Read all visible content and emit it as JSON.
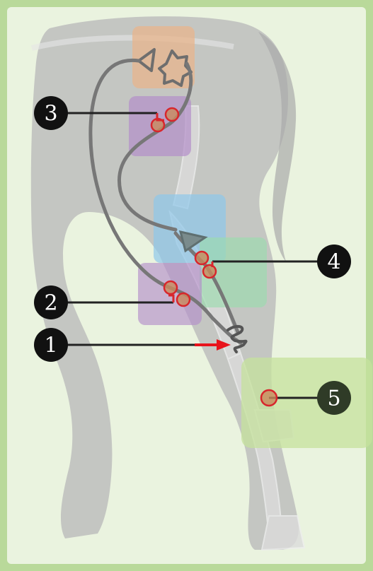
{
  "diagram": {
    "labels": [
      {
        "id": "label-1",
        "text": "1"
      },
      {
        "id": "label-2",
        "text": "2"
      },
      {
        "id": "label-3",
        "text": "3"
      },
      {
        "id": "label-4",
        "text": "4"
      },
      {
        "id": "label-5",
        "text": "5"
      }
    ]
  },
  "colors": {
    "frame": "#b9d99a",
    "background": "#eaf3df",
    "silhouette": "#bdbdbd",
    "bone": "#dcdcdc",
    "nerve": "#6e6e6e",
    "marker_stroke": "#d8262c",
    "marker_fill": "#c98a5c",
    "label_fill": "#111111",
    "label_5_fill": "#2f3b27",
    "arrow": "#e8131b",
    "zone_orange": "#e8b48c",
    "zone_purple": "#b48fc9",
    "zone_blue": "#8fc8ea",
    "zone_green": "#9bdcad",
    "zone_lightgreen": "#c6e29c"
  }
}
